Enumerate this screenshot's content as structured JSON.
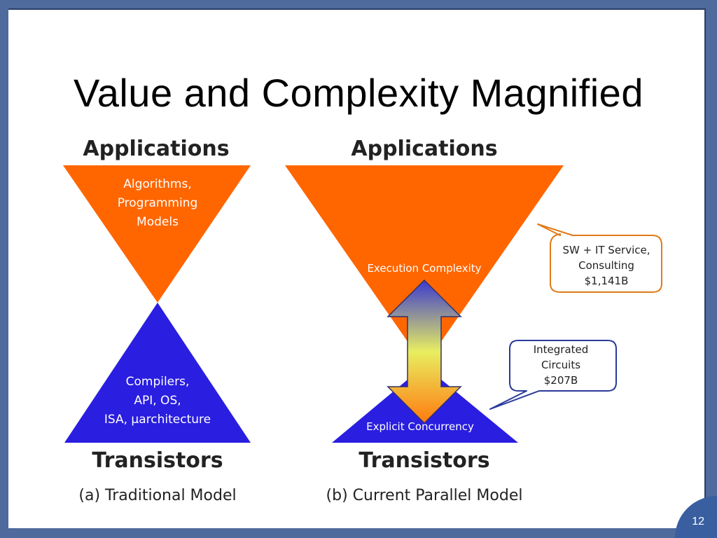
{
  "slide": {
    "title": "Value and Complexity Magnified",
    "page_number": "12"
  },
  "diagram_a": {
    "top_label": "Applications",
    "top_lines": [
      "Algorithms,",
      "Programming",
      "Models"
    ],
    "bottom_lines": [
      "Compilers,",
      "API, OS,",
      "ISA, µarchitecture"
    ],
    "bottom_label": "Transistors",
    "caption": "(a) Traditional Model"
  },
  "diagram_b": {
    "top_label": "Applications",
    "top_text": "Execution Complexity",
    "bottom_text": "Explicit Concurrency",
    "bottom_label": "Transistors",
    "caption": "(b) Current Parallel Model",
    "callout_top": [
      "SW + IT Service,",
      "Consulting",
      "$1,141B"
    ],
    "callout_bottom": [
      "Integrated",
      "Circuits",
      "$207B"
    ]
  },
  "colors": {
    "orange": "#ff6600",
    "blue": "#2a1ee0",
    "callout_orange": "#e07a1a",
    "callout_blue": "#2a3a9a",
    "slide_border": "#4f6a9c"
  }
}
